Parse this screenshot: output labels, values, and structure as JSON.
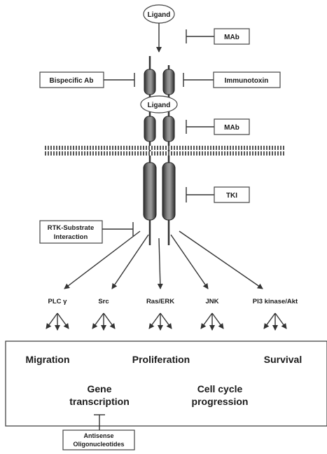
{
  "ligand_top": "Ligand",
  "ligand_bound": "Ligand",
  "inhibitors": {
    "mab_top": "MAb",
    "mab_bottom": "MAb",
    "bispecific": "Bispecific Ab",
    "immunotoxin": "Immunotoxin",
    "tki": "TKI",
    "rtk_substrate_line1": "RTK-Substrate",
    "rtk_substrate_line2": "Interaction",
    "antisense_line1": "Antisense",
    "antisense_line2": "Oligonucleotides"
  },
  "pathways": [
    "PLC γ",
    "Src",
    "Ras/ERK",
    "JNK",
    "PI3 kinase/Akt"
  ],
  "outcomes": {
    "migration": "Migration",
    "proliferation": "Proliferation",
    "survival": "Survival",
    "gene_line1": "Gene",
    "gene_line2": "transcription",
    "cell_line1": "Cell cycle",
    "cell_line2": "progression"
  }
}
